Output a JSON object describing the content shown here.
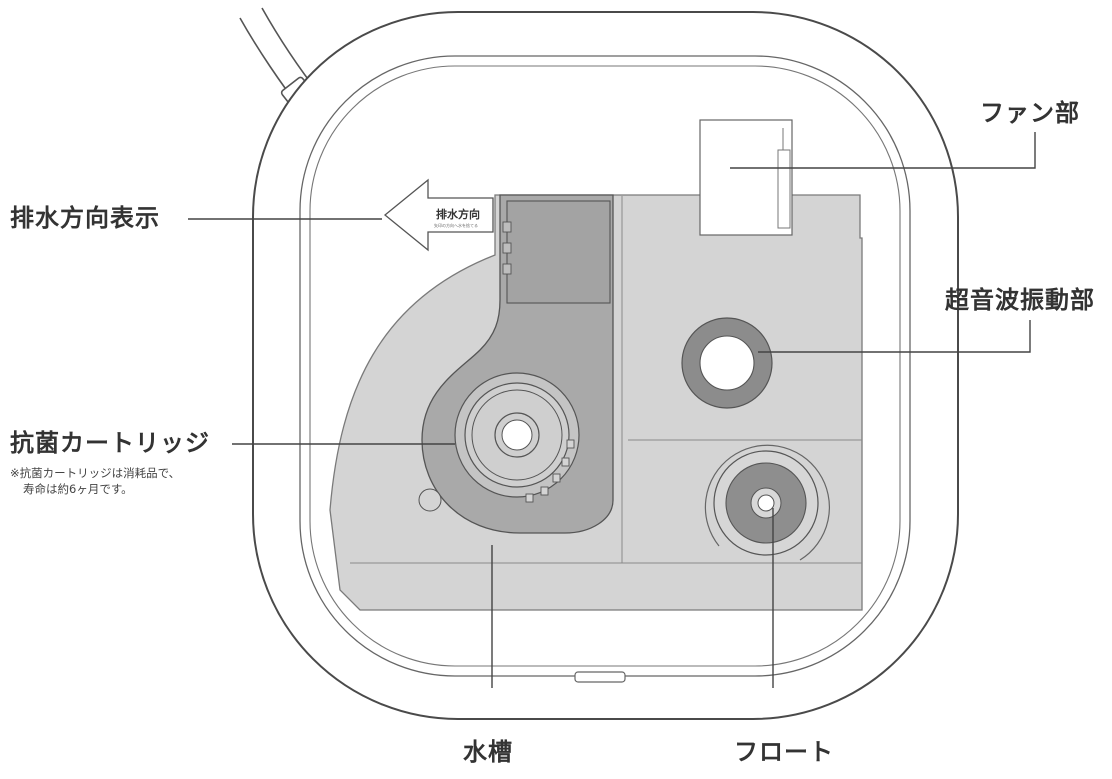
{
  "labels": {
    "fan": "ファン部",
    "drain_direction": "排水方向表示",
    "ultrasonic": "超音波振動部",
    "cartridge": "抗菌カートリッジ",
    "cartridge_note_line1": "※抗菌カートリッジは消耗品で、",
    "cartridge_note_line2": "寿命は約6ヶ月です。",
    "tank": "水槽",
    "float": "フロート"
  },
  "arrow_sign": {
    "main": "排水方向",
    "sub": "矢印の方向へ水を捨てる"
  },
  "colors": {
    "line": "#444444",
    "outline": "#555555",
    "text": "#333333",
    "light_gray": "#cfcfcf",
    "mid_gray": "#a9a9a9",
    "dark_gray": "#8a8a8a"
  }
}
